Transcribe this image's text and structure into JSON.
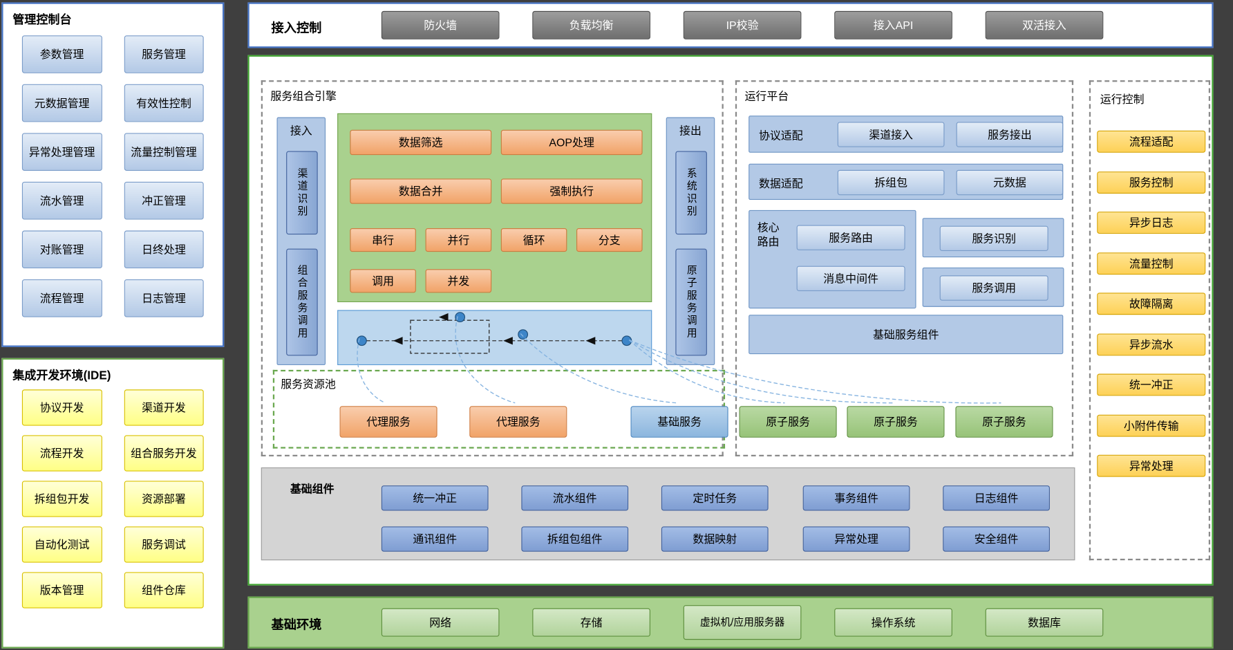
{
  "colors": {
    "background_dark": "#3f3f3f",
    "accent_blue": "#4472c4",
    "accent_green": "#42a532",
    "dashed_gray": "#8a8a8a",
    "button_blue": "#b3c9e6",
    "button_medium_blue": "#8eaadb",
    "button_orange": "#f2a469",
    "button_gold": "#ffd966",
    "button_green": "#a9d18e",
    "button_yellow": "#ffff99",
    "button_gray": "#808080"
  },
  "management_console": {
    "title": "管理控制台",
    "items": [
      "参数管理",
      "服务管理",
      "元数据管理",
      "有效性控制",
      "异常处理管理",
      "流量控制管理",
      "流水管理",
      "冲正管理",
      "对账管理",
      "日终处理",
      "流程管理",
      "日志管理"
    ]
  },
  "ide": {
    "title": "集成开发环境(IDE)",
    "items": [
      "协议开发",
      "渠道开发",
      "流程开发",
      "组合服务开发",
      "拆组包开发",
      "资源部署",
      "自动化测试",
      "服务调试",
      "版本管理",
      "组件仓库"
    ]
  },
  "access_control": {
    "title": "接入控制",
    "items": [
      "防火墙",
      "负载均衡",
      "IP校验",
      "接入API",
      "双活接入"
    ]
  },
  "composition_engine": {
    "title": "服务组合引擎",
    "inbound": {
      "title": "接入",
      "items": [
        "渠道识别",
        "组合服务调用"
      ]
    },
    "outbound": {
      "title": "接出",
      "items": [
        "系统识别",
        "原子服务调用"
      ]
    },
    "operations": [
      "数据筛选",
      "AOP处理",
      "数据合并",
      "强制执行",
      "串行",
      "并行",
      "循环",
      "分支",
      "调用",
      "并发"
    ]
  },
  "service_pool": {
    "title": "服务资源池",
    "items": [
      "代理服务",
      "代理服务",
      "基础服务"
    ]
  },
  "runtime_platform": {
    "title": "运行平台",
    "protocol_adapter": {
      "label": "协议适配",
      "items": [
        "渠道接入",
        "服务接出"
      ]
    },
    "data_adapter": {
      "label": "数据适配",
      "items": [
        "拆组包",
        "元数据"
      ]
    },
    "core_routing": {
      "label": "核心路由",
      "items": [
        "服务路由",
        "消息中间件"
      ]
    },
    "side_items": [
      "服务识别",
      "服务调用"
    ],
    "base_bar": "基础服务组件",
    "atomic_services": [
      "原子服务",
      "原子服务",
      "原子服务"
    ]
  },
  "base_components": {
    "title": "基础组件",
    "row1": [
      "统一冲正",
      "流水组件",
      "定时任务",
      "事务组件",
      "日志组件"
    ],
    "row2": [
      "通讯组件",
      "拆组包组件",
      "数据映射",
      "异常处理",
      "安全组件"
    ]
  },
  "runtime_control": {
    "title": "运行控制",
    "items": [
      "流程适配",
      "服务控制",
      "异步日志",
      "流量控制",
      "故障隔离",
      "异步流水",
      "统一冲正",
      "小附件传输",
      "异常处理"
    ]
  },
  "base_environment": {
    "title": "基础环境",
    "items": [
      "网络",
      "存储",
      "虚拟机/应用服务器",
      "操作系统",
      "数据库"
    ]
  }
}
